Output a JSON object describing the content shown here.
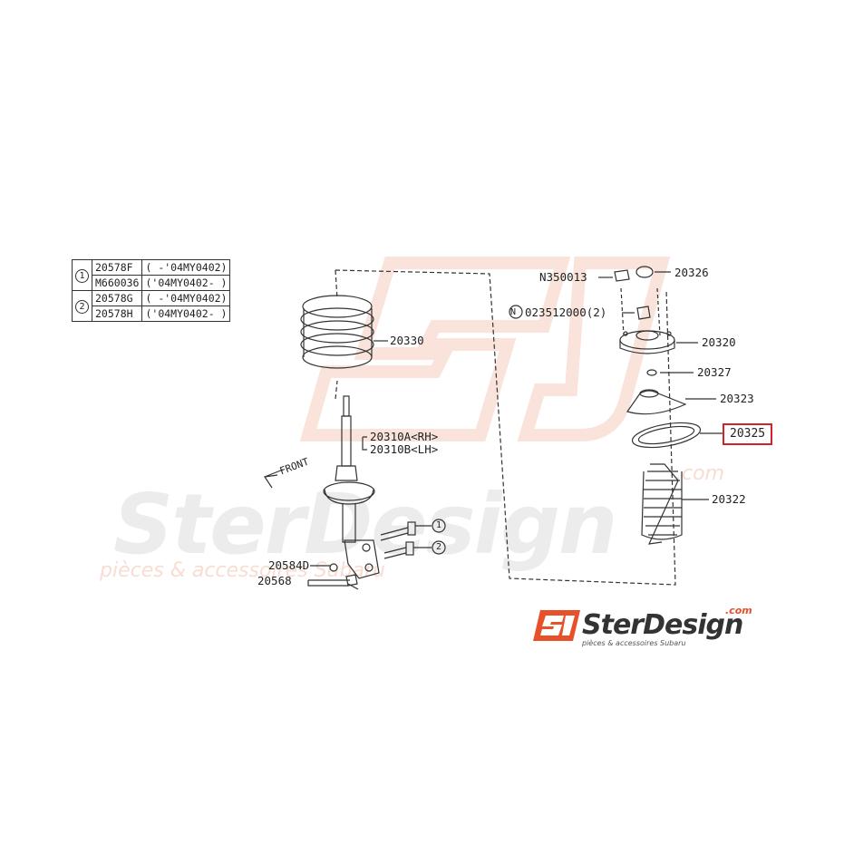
{
  "legend": {
    "rows": [
      {
        "num": "1",
        "part": "20578F",
        "range": "(      -'04MY0402)"
      },
      {
        "num": "",
        "part": "M660036",
        "range": "('04MY0402-      )"
      },
      {
        "num": "2",
        "part": "20578G",
        "range": "(      -'04MY0402)"
      },
      {
        "num": "",
        "part": "20578H",
        "range": "('04MY0402-      )"
      }
    ]
  },
  "labels": {
    "spring": "20330",
    "strut_rh": "20310A<RH>",
    "strut_lh": "20310B<LH>",
    "front": "FRONT",
    "bolt1": "1",
    "bolt2": "2",
    "washer": "20584D",
    "nut": "20568",
    "nut_top": "N350013",
    "cap": "20326",
    "nut_n": "023512000(2)",
    "mount": "20320",
    "washer_top": "20327",
    "seat": "20323",
    "rubber_seat": "20325",
    "boot": "20322"
  },
  "highlight_color": "#d0232a",
  "brand": {
    "name": "SterDesign",
    "tld": ".com",
    "tagline": "pièces & accessoires Subaru",
    "watermark": "SterDesign",
    "watermark_sub": "pièces & accessoires Subaru",
    "watermark_com": ".com",
    "accent": "#e8502a"
  }
}
